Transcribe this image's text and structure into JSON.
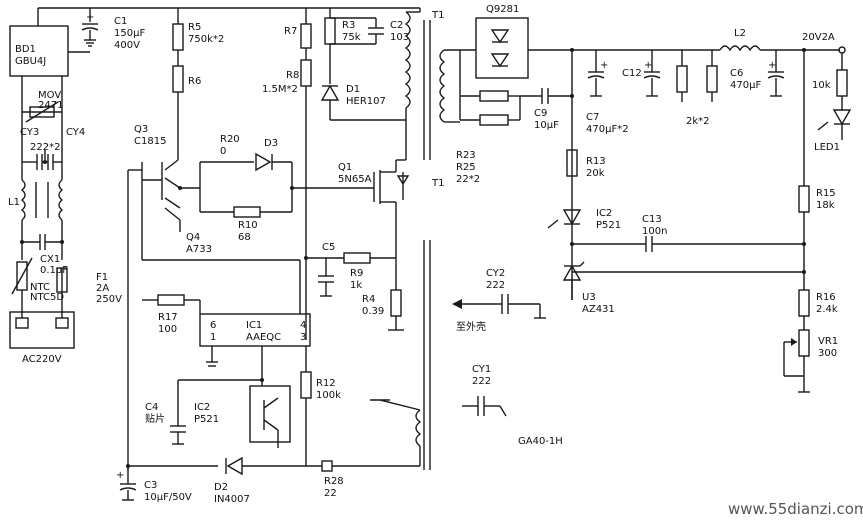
{
  "labels": {
    "bd1": "BD1",
    "bd1_part": "GBU4J",
    "mov": "MOV",
    "mov_val": "2471",
    "cy3": "CY3",
    "cy4": "CY4",
    "cy34_val": "222*2",
    "l1": "L1",
    "cx1": "CX1",
    "cx1_val": "0.1μF",
    "ntc": "NTC",
    "ntc_val": "NTC5D",
    "f1": "F1",
    "f1_val1": "2A",
    "f1_val2": "250V",
    "ac_in": "AC220V",
    "c1": "C1",
    "c1_val1": "150μF",
    "c1_val2": "400V",
    "r5": "R5",
    "r5_val": "750k*2",
    "r6": "R6",
    "q3": "Q3",
    "q3_part": "C1815",
    "q4": "Q4",
    "q4_part": "A733",
    "r20": "R20",
    "r20_val": "0",
    "d3": "D3",
    "r10": "R10",
    "r10_val": "68",
    "r17": "R17",
    "r17_val": "100",
    "ic1": "IC1",
    "ic1_part": "AAEQC",
    "pin6": "6",
    "pin1": "1",
    "pin4": "4",
    "pin3": "3",
    "c4": "C4",
    "c4_val": "贴片",
    "ic2b": "IC2",
    "ic2b_part": "P521",
    "c3": "C3",
    "c3_val": "10μF/50V",
    "d2": "D2",
    "d2_part": "IN4007",
    "r28": "R28",
    "r28_val": "22",
    "r7": "R7",
    "r8": "R8",
    "r8_val": "1.5M*2",
    "r3": "R3",
    "r3_val": "75k",
    "c2": "C2",
    "c2_val": "103",
    "d1": "D1",
    "d1_part": "HER107",
    "q1": "Q1",
    "q1_part": "5N65A",
    "c5": "C5",
    "r9": "R9",
    "r9_val": "1k",
    "r4": "R4",
    "r4_val": "0.39",
    "r12": "R12",
    "r12_val": "100k",
    "t1": "T1",
    "d9281": "Q9281",
    "r23": "R23",
    "r25": "R25",
    "r2325_val": "22*2",
    "c9": "C9",
    "c9_val": "10μF",
    "c7": "C7",
    "c7_val": "470μF*2",
    "c12": "C12",
    "c6": "C6",
    "c6_val": "470μF",
    "rload_val": "2k*2",
    "l2": "L2",
    "out": "20V2A",
    "r_led_val": "10k",
    "led1": "LED1",
    "r13": "R13",
    "r13_val": "20k",
    "ic2": "IC2",
    "ic2_part": "P521",
    "c13": "C13",
    "c13_val": "100n",
    "r15": "R15",
    "r15_val": "18k",
    "u3": "U3",
    "u3_part": "AZ431",
    "r16": "R16",
    "r16_val": "2.4k",
    "vr1": "VR1",
    "vr1_val": "300",
    "cy2": "CY2",
    "cy2_val": "222",
    "to_case": "至外壳",
    "cy1": "CY1",
    "cy1_val": "222",
    "model": "GA40-1H",
    "watermark": "www.55dianzi.com"
  }
}
